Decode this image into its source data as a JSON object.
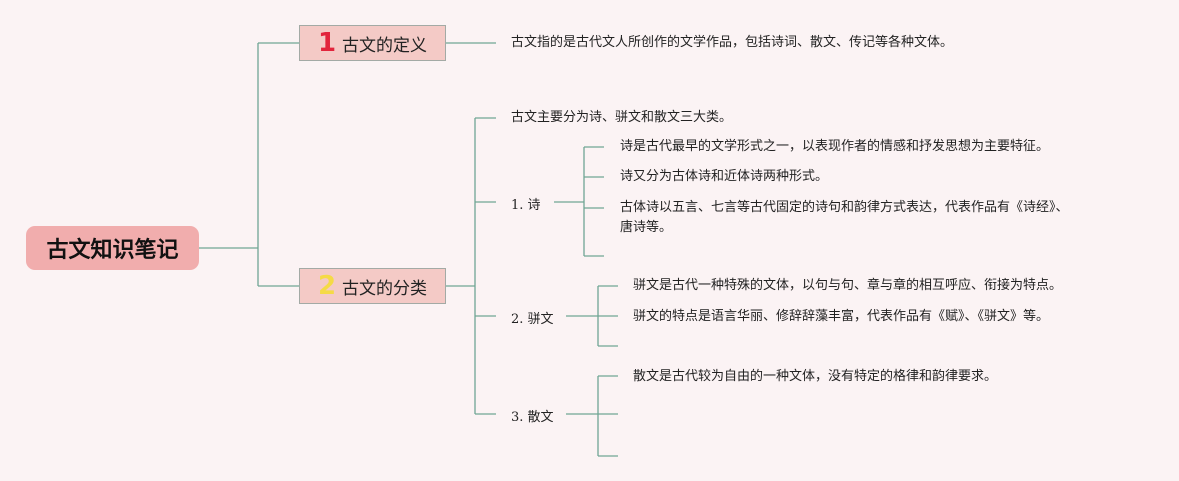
{
  "root": {
    "label": "古文知识笔记"
  },
  "topics": [
    {
      "number": "1",
      "label": "古文的定义"
    },
    {
      "number": "2",
      "label": "古文的分类"
    }
  ],
  "definition": "古文指的是古代文人所创作的文学作品，包括诗词、散文、传记等各种文体。",
  "classification": {
    "intro": "古文主要分为诗、骈文和散文三大类。",
    "poetry": {
      "label": "1. 诗",
      "items": [
        "诗是古代最早的文学形式之一，以表现作者的情感和抒发思想为主要特征。",
        "诗又分为古体诗和近体诗两种形式。",
        "古体诗以五言、七言等古代固定的诗句和韵律方式表达，代表作品有《诗经》、",
        "唐诗等。"
      ]
    },
    "parallel_prose": {
      "label": "2. 骈文",
      "items": [
        "骈文是古代一种特殊的文体，以句与句、章与章的相互呼应、衔接为特点。",
        "骈文的特点是语言华丽、修辞辞藻丰富，代表作品有《赋》、《骈文》等。"
      ]
    },
    "prose": {
      "label": "3. 散文",
      "items": [
        "散文是古代较为自由的一种文体，没有特定的格律和韵律要求。"
      ]
    }
  },
  "colors": {
    "background": "#fbf3f4",
    "root_fill": "#f1adad",
    "topic_fill": "#f4cac6",
    "connector": "#6fa694",
    "number1": "#e2243c",
    "number2": "#f5da46"
  }
}
